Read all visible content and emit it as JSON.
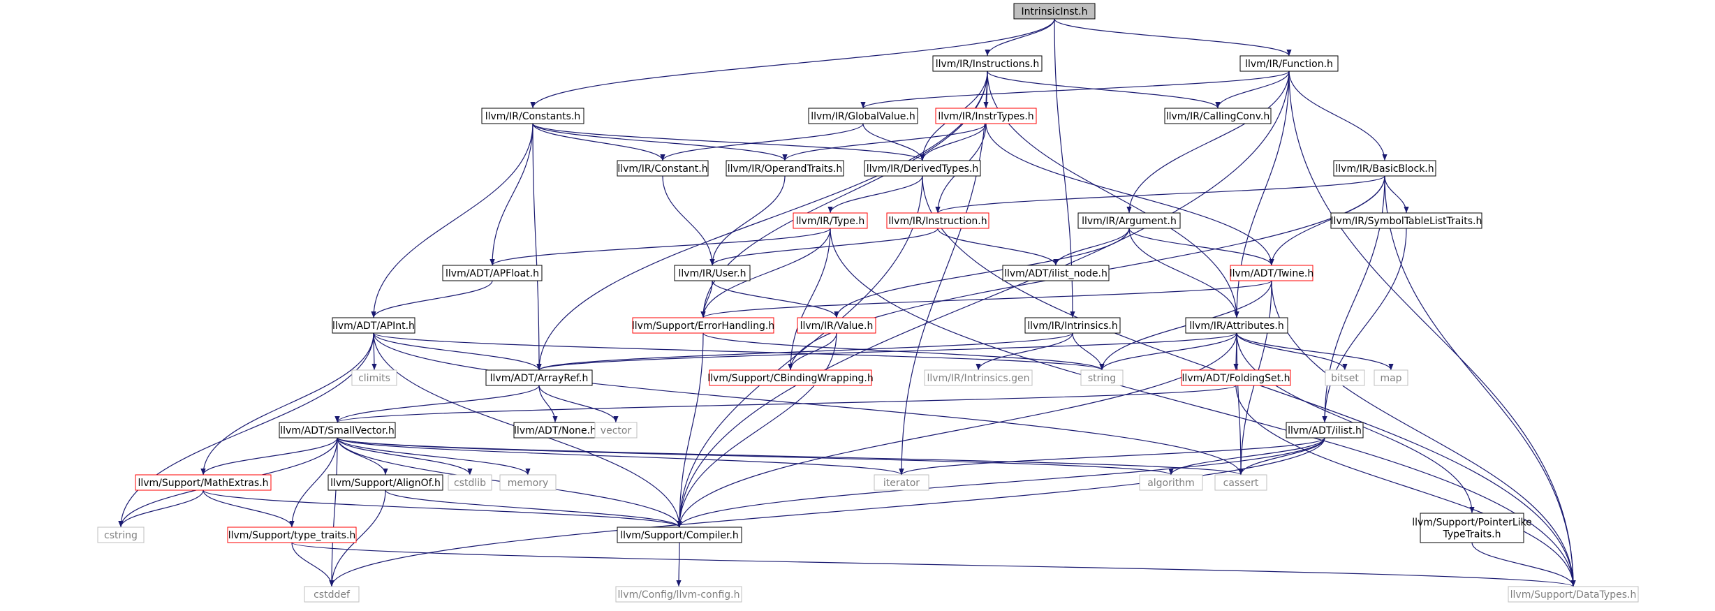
{
  "diagram": {
    "colors": {
      "edge": "#191970",
      "normal_border": "#000000",
      "red_border": "#ff0000",
      "external_border": "#bfbfbf",
      "root_fill": "#bfbfbf",
      "text_normal": "#000000",
      "text_external": "#7f7f7f"
    },
    "nodes": [
      {
        "id": "intrinsicinst",
        "label": "IntrinsicInst.h",
        "kind": "root"
      },
      {
        "id": "instructions",
        "label": "llvm/IR/Instructions.h",
        "kind": "normal"
      },
      {
        "id": "function",
        "label": "llvm/IR/Function.h",
        "kind": "normal"
      },
      {
        "id": "constants",
        "label": "llvm/IR/Constants.h",
        "kind": "normal"
      },
      {
        "id": "globalvalue",
        "label": "llvm/IR/GlobalValue.h",
        "kind": "normal"
      },
      {
        "id": "instrtypes",
        "label": "llvm/IR/InstrTypes.h",
        "kind": "red"
      },
      {
        "id": "callingconv",
        "label": "llvm/IR/CallingConv.h",
        "kind": "normal"
      },
      {
        "id": "constant",
        "label": "llvm/IR/Constant.h",
        "kind": "normal"
      },
      {
        "id": "operandtraits",
        "label": "llvm/IR/OperandTraits.h",
        "kind": "normal"
      },
      {
        "id": "derivedtypes",
        "label": "llvm/IR/DerivedTypes.h",
        "kind": "normal"
      },
      {
        "id": "basicblock",
        "label": "llvm/IR/BasicBlock.h",
        "kind": "normal"
      },
      {
        "id": "type",
        "label": "llvm/IR/Type.h",
        "kind": "red"
      },
      {
        "id": "instruction",
        "label": "llvm/IR/Instruction.h",
        "kind": "red"
      },
      {
        "id": "argument",
        "label": "llvm/IR/Argument.h",
        "kind": "normal"
      },
      {
        "id": "symboltable",
        "label": "llvm/IR/SymbolTableListTraits.h",
        "kind": "normal"
      },
      {
        "id": "apfloat",
        "label": "llvm/ADT/APFloat.h",
        "kind": "normal"
      },
      {
        "id": "user",
        "label": "llvm/IR/User.h",
        "kind": "normal"
      },
      {
        "id": "ilistnode",
        "label": "llvm/ADT/ilist_node.h",
        "kind": "normal"
      },
      {
        "id": "twine",
        "label": "llvm/ADT/Twine.h",
        "kind": "red"
      },
      {
        "id": "apint",
        "label": "llvm/ADT/APInt.h",
        "kind": "normal"
      },
      {
        "id": "errorhandling",
        "label": "llvm/Support/ErrorHandling.h",
        "kind": "red"
      },
      {
        "id": "value",
        "label": "llvm/IR/Value.h",
        "kind": "red"
      },
      {
        "id": "intrinsics",
        "label": "llvm/IR/Intrinsics.h",
        "kind": "normal"
      },
      {
        "id": "attributes",
        "label": "llvm/IR/Attributes.h",
        "kind": "normal"
      },
      {
        "id": "climits",
        "label": "climits",
        "kind": "external"
      },
      {
        "id": "arrayref",
        "label": "llvm/ADT/ArrayRef.h",
        "kind": "normal"
      },
      {
        "id": "cbinding",
        "label": "llvm/Support/CBindingWrapping.h",
        "kind": "red"
      },
      {
        "id": "intrinsicsgen",
        "label": "llvm/IR/Intrinsics.gen",
        "kind": "external"
      },
      {
        "id": "string",
        "label": "string",
        "kind": "external"
      },
      {
        "id": "foldingset",
        "label": "llvm/ADT/FoldingSet.h",
        "kind": "red"
      },
      {
        "id": "bitset",
        "label": "bitset",
        "kind": "external"
      },
      {
        "id": "map",
        "label": "map",
        "kind": "external"
      },
      {
        "id": "smallvector",
        "label": "llvm/ADT/SmallVector.h",
        "kind": "normal"
      },
      {
        "id": "none",
        "label": "llvm/ADT/None.h",
        "kind": "normal"
      },
      {
        "id": "vector",
        "label": "vector",
        "kind": "external"
      },
      {
        "id": "ilist",
        "label": "llvm/ADT/ilist.h",
        "kind": "normal"
      },
      {
        "id": "mathextras",
        "label": "llvm/Support/MathExtras.h",
        "kind": "red"
      },
      {
        "id": "alignof",
        "label": "llvm/Support/AlignOf.h",
        "kind": "normal"
      },
      {
        "id": "cstdlib",
        "label": "cstdlib",
        "kind": "external"
      },
      {
        "id": "memory",
        "label": "memory",
        "kind": "external"
      },
      {
        "id": "iterator",
        "label": "iterator",
        "kind": "external"
      },
      {
        "id": "algorithm",
        "label": "algorithm",
        "kind": "external"
      },
      {
        "id": "cassert",
        "label": "cassert",
        "kind": "external"
      },
      {
        "id": "cstring",
        "label": "cstring",
        "kind": "external"
      },
      {
        "id": "typetraits",
        "label": "llvm/Support/type_traits.h",
        "kind": "red"
      },
      {
        "id": "compiler",
        "label": "llvm/Support/Compiler.h",
        "kind": "normal"
      },
      {
        "id": "pointerlike",
        "label": "llvm/Support/PointerLike\nTypeTraits.h",
        "kind": "normal"
      },
      {
        "id": "cstddef",
        "label": "cstddef",
        "kind": "external"
      },
      {
        "id": "llvmconfig",
        "label": "llvm/Config/llvm-config.h",
        "kind": "external"
      },
      {
        "id": "datatypes",
        "label": "llvm/Support/DataTypes.h",
        "kind": "external"
      }
    ],
    "edges": [
      [
        "intrinsicinst",
        "instructions"
      ],
      [
        "intrinsicinst",
        "function"
      ],
      [
        "intrinsicinst",
        "constants"
      ],
      [
        "intrinsicinst",
        "intrinsics"
      ],
      [
        "instructions",
        "instrtypes"
      ],
      [
        "instructions",
        "callingconv"
      ],
      [
        "instructions",
        "derivedtypes"
      ],
      [
        "instructions",
        "arrayref"
      ],
      [
        "instructions",
        "errorhandling"
      ],
      [
        "instructions",
        "attributes"
      ],
      [
        "instructions",
        "iterator"
      ],
      [
        "function",
        "globalvalue"
      ],
      [
        "function",
        "callingconv"
      ],
      [
        "function",
        "basicblock"
      ],
      [
        "function",
        "argument"
      ],
      [
        "function",
        "attributes"
      ],
      [
        "function",
        "compiler"
      ],
      [
        "function",
        "datatypes"
      ],
      [
        "constants",
        "constant"
      ],
      [
        "constants",
        "operandtraits"
      ],
      [
        "constants",
        "derivedtypes"
      ],
      [
        "constants",
        "apfloat"
      ],
      [
        "constants",
        "apint"
      ],
      [
        "constants",
        "arrayref"
      ],
      [
        "globalvalue",
        "constant"
      ],
      [
        "globalvalue",
        "derivedtypes"
      ],
      [
        "instrtypes",
        "operandtraits"
      ],
      [
        "instrtypes",
        "derivedtypes"
      ],
      [
        "instrtypes",
        "instruction"
      ],
      [
        "instrtypes",
        "twine"
      ],
      [
        "constant",
        "user"
      ],
      [
        "operandtraits",
        "user"
      ],
      [
        "derivedtypes",
        "type"
      ],
      [
        "derivedtypes",
        "compiler"
      ],
      [
        "derivedtypes",
        "datatypes"
      ],
      [
        "basicblock",
        "instruction"
      ],
      [
        "basicblock",
        "twine"
      ],
      [
        "basicblock",
        "symboltable"
      ],
      [
        "basicblock",
        "ilist"
      ],
      [
        "basicblock",
        "cbinding"
      ],
      [
        "basicblock",
        "datatypes"
      ],
      [
        "type",
        "apfloat"
      ],
      [
        "type",
        "errorhandling"
      ],
      [
        "type",
        "cbinding"
      ],
      [
        "type",
        "datatypes"
      ],
      [
        "instruction",
        "user"
      ],
      [
        "instruction",
        "ilistnode"
      ],
      [
        "argument",
        "ilistnode"
      ],
      [
        "argument",
        "twine"
      ],
      [
        "argument",
        "attributes"
      ],
      [
        "argument",
        "value"
      ],
      [
        "symboltable",
        "ilist"
      ],
      [
        "apfloat",
        "apint"
      ],
      [
        "user",
        "errorhandling"
      ],
      [
        "user",
        "value"
      ],
      [
        "twine",
        "errorhandling"
      ],
      [
        "twine",
        "string"
      ],
      [
        "twine",
        "datatypes"
      ],
      [
        "twine",
        "cassert"
      ],
      [
        "apint",
        "climits"
      ],
      [
        "apint",
        "arrayref"
      ],
      [
        "apint",
        "string"
      ],
      [
        "apint",
        "mathextras"
      ],
      [
        "apint",
        "cassert"
      ],
      [
        "apint",
        "cstring"
      ],
      [
        "apint",
        "compiler"
      ],
      [
        "errorhandling",
        "string"
      ],
      [
        "errorhandling",
        "compiler"
      ],
      [
        "value",
        "cbinding"
      ],
      [
        "value",
        "compiler"
      ],
      [
        "intrinsics",
        "arrayref"
      ],
      [
        "intrinsics",
        "intrinsicsgen"
      ],
      [
        "intrinsics",
        "string"
      ],
      [
        "attributes",
        "arrayref"
      ],
      [
        "attributes",
        "foldingset"
      ],
      [
        "attributes",
        "bitset"
      ],
      [
        "attributes",
        "map"
      ],
      [
        "attributes",
        "string"
      ],
      [
        "attributes",
        "cassert"
      ],
      [
        "attributes",
        "pointerlike"
      ],
      [
        "attributes",
        "compiler"
      ],
      [
        "arrayref",
        "smallvector"
      ],
      [
        "arrayref",
        "none"
      ],
      [
        "arrayref",
        "vector"
      ],
      [
        "foldingset",
        "smallvector"
      ],
      [
        "foldingset",
        "datatypes"
      ],
      [
        "smallvector",
        "mathextras"
      ],
      [
        "smallvector",
        "alignof"
      ],
      [
        "smallvector",
        "cstdlib"
      ],
      [
        "smallvector",
        "memory"
      ],
      [
        "smallvector",
        "iterator"
      ],
      [
        "smallvector",
        "algorithm"
      ],
      [
        "smallvector",
        "cassert"
      ],
      [
        "smallvector",
        "cstring"
      ],
      [
        "smallvector",
        "cstddef"
      ],
      [
        "smallvector",
        "typetraits"
      ],
      [
        "smallvector",
        "compiler"
      ],
      [
        "ilist",
        "iterator"
      ],
      [
        "ilist",
        "algorithm"
      ],
      [
        "ilist",
        "cassert"
      ],
      [
        "ilist",
        "cstddef"
      ],
      [
        "ilist",
        "compiler"
      ],
      [
        "mathextras",
        "cstring"
      ],
      [
        "mathextras",
        "typetraits"
      ],
      [
        "mathextras",
        "compiler"
      ],
      [
        "alignof",
        "cstddef"
      ],
      [
        "alignof",
        "compiler"
      ],
      [
        "typetraits",
        "cstddef"
      ],
      [
        "typetraits",
        "datatypes"
      ],
      [
        "compiler",
        "llvmconfig"
      ],
      [
        "pointerlike",
        "datatypes"
      ]
    ]
  }
}
